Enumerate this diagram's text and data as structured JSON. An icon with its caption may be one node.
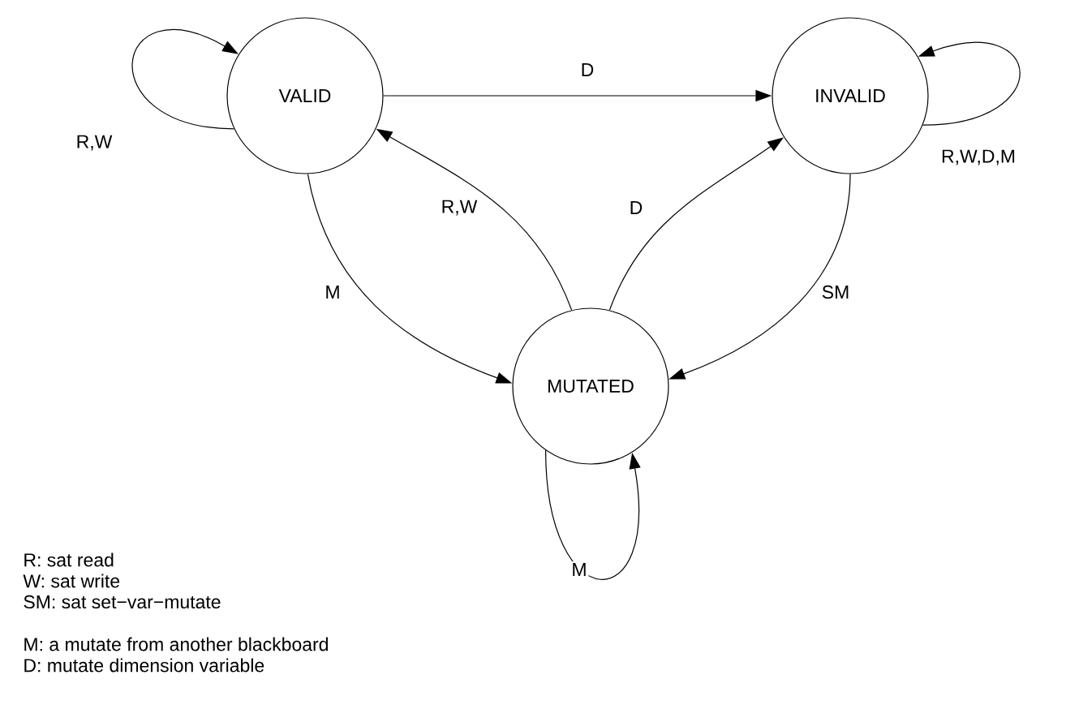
{
  "diagram": {
    "nodes": [
      {
        "text": [
          "VALID"
        ]
      },
      {
        "text": [
          "INVALID"
        ]
      },
      {
        "text": [
          "MUTATED"
        ]
      }
    ],
    "edges": [
      {
        "from": 0,
        "to": 0,
        "arrow": "to",
        "label": "R,W"
      },
      {
        "from": 0,
        "to": 1,
        "arrow": "to",
        "label": "D"
      },
      {
        "from": 1,
        "to": 1,
        "arrow": "to",
        "label": "R,W,D,M"
      },
      {
        "from": 2,
        "to": 0,
        "arrow": "to",
        "label": "R,W"
      },
      {
        "from": 2,
        "to": 1,
        "arrow": "to",
        "label": "D"
      },
      {
        "from": 0,
        "to": 2,
        "arrow": "to",
        "label": "M"
      },
      {
        "from": 1,
        "to": 2,
        "arrow": "to",
        "label": "SM"
      },
      {
        "from": 2,
        "to": 2,
        "arrow": "to",
        "label": "M"
      }
    ],
    "labels": [
      "R: sat read",
      "W: sat write",
      "SM: sat set−var−mutate",
      "M: a mutate from another blackboard",
      "D: mutate dimension variable"
    ]
  }
}
